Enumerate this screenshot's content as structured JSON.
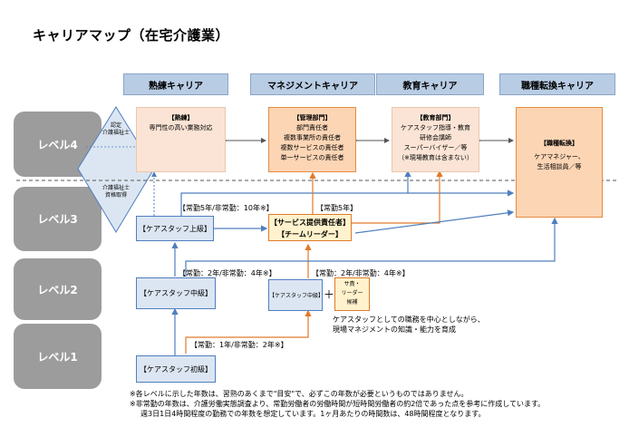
{
  "title": "キャリアマップ（在宅介護業）",
  "headers": [
    "熟練キャリア",
    "マネジメントキャリア",
    "教育キャリア",
    "職種転換キャリア"
  ],
  "levels": [
    "レベル4",
    "レベル3",
    "レベル2",
    "レベル1"
  ],
  "diamond": {
    "top_label": "認定\n介護福祉士",
    "bottom_label": "介護福祉士\n資格取得"
  },
  "boxes": {
    "skilled": {
      "title": "【熟練】",
      "body": "専門性の高い業務対応"
    },
    "management": {
      "title": "【管理部門】",
      "lines": [
        "部門責任者",
        "複数事業所の責任者",
        "複数サービスの責任者",
        "単一サービスの責任者"
      ]
    },
    "education": {
      "title": "【教育部門】",
      "lines": [
        "ケアスタッフ指導・教育",
        "研修会講師",
        "スーパーバイザー／等",
        "（※現場教育は含まない）"
      ]
    },
    "career_change": {
      "title": "【職種転換】",
      "lines": [
        "ケアマネジャー、",
        "生活相談員／等"
      ]
    },
    "care_senior": "【ケアスタッフ上級】",
    "service_manager": "【サービス提供責任者】",
    "team_leader": "【チームリーダー】",
    "care_mid": "【ケアスタッフ中級】",
    "care_mid_small": "【ケアスタッフ中級】",
    "plus": "＋",
    "candidate": "サ責・\nリーダー\n候補",
    "care_junior": "【ケアスタッフ初級】"
  },
  "labels": {
    "l3_skilled": "【常勤5年/非常勤：10年※】",
    "l3_mgmt": "【常勤5年】",
    "l2_left": "【常勤：2年/非常勤：4年※】",
    "l2_right": "【常勤：2年/非常勤：4年※】",
    "l1": "【常勤：1年/非常勤：2年※】",
    "mid_note": "ケアスタッフとしての職務を中心としながら、\n現場マネジメントの知識・能力を育成"
  },
  "footnotes": [
    "※各レベルに示した年数は、習熟のあくまで\"目安\"で、必ずこの年数が必要というものではありません。",
    "※非常勤の年数は、介護労働実態調査より、常勤労働者の労働時間が短時間労働者の約2倍であった点を参考に作成しています。",
    "週3日1日4時間程度の勤務での年数を想定しています。1ヶ月あたりの時間数は、48時間程度となります。"
  ],
  "colors": {
    "blue_arrow": "#4f7fbf",
    "orange_arrow": "#e07a2a",
    "dark_arrow": "#555555"
  }
}
